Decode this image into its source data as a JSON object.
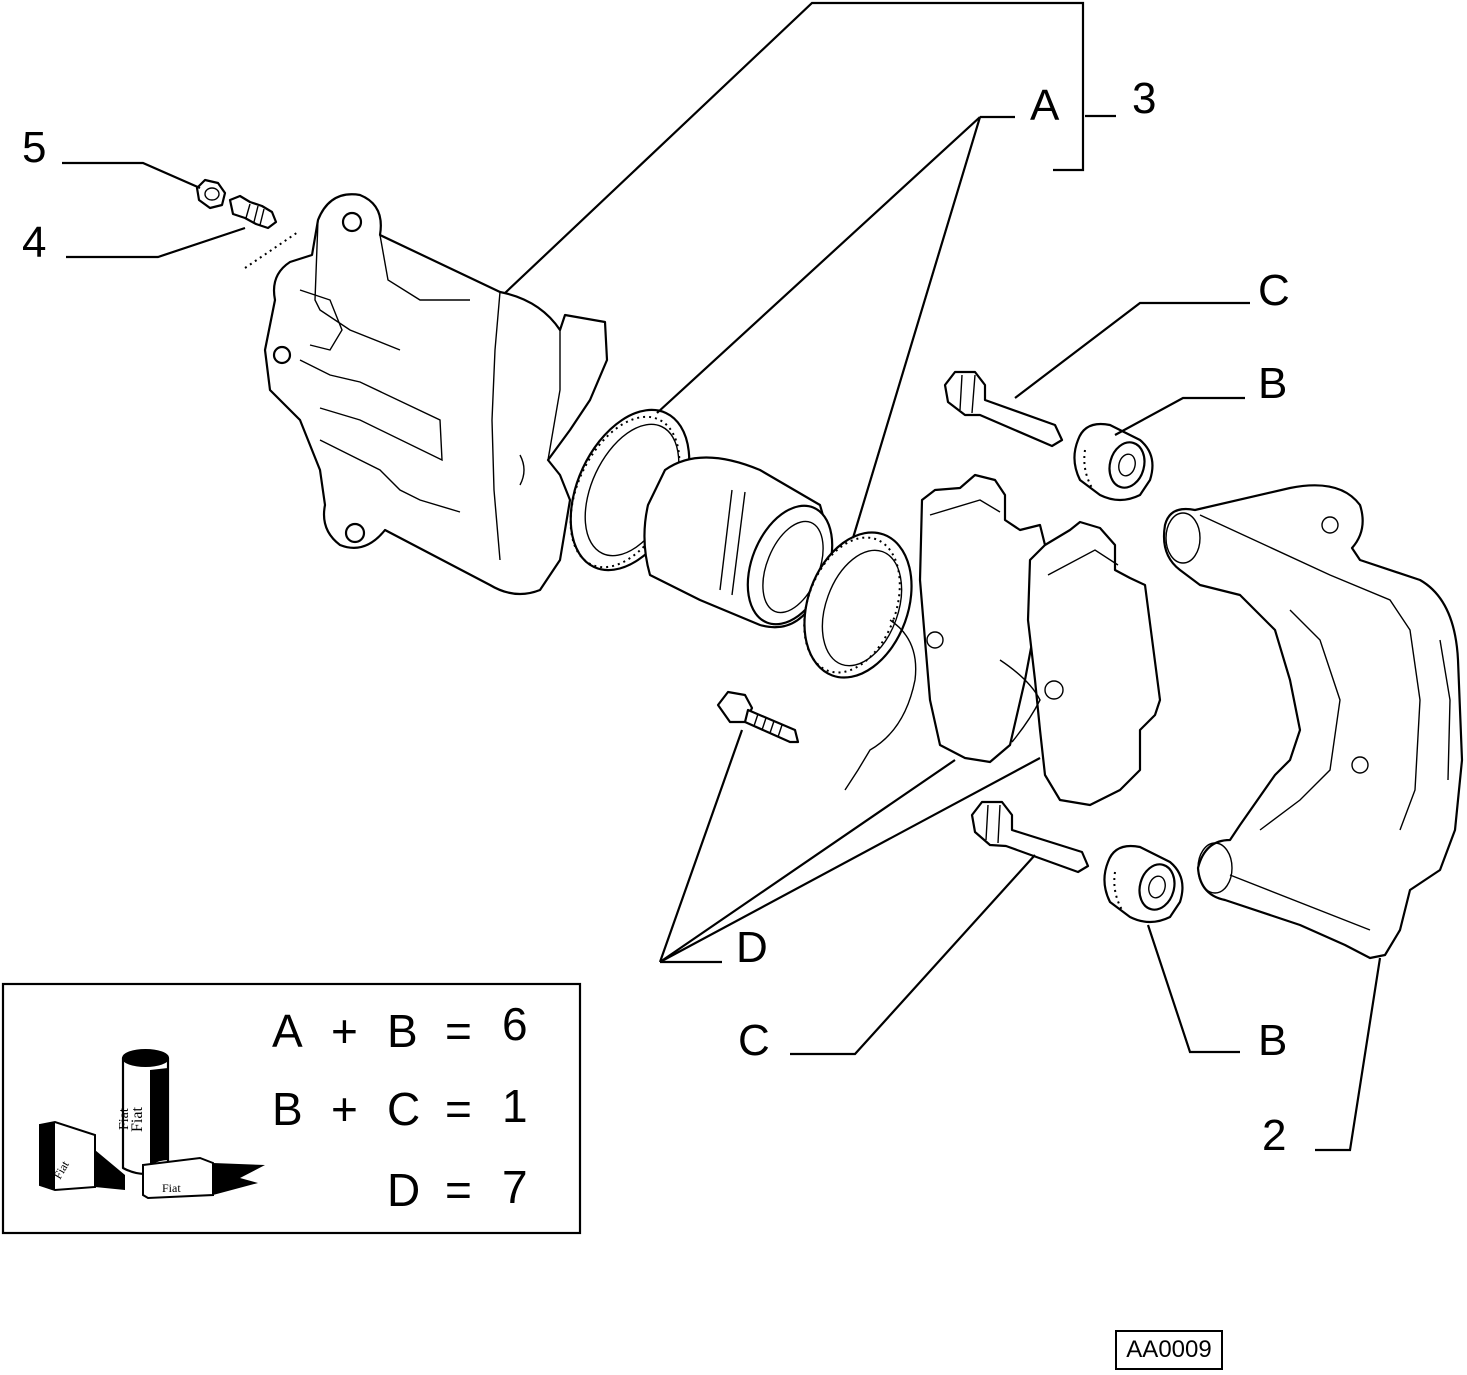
{
  "callouts": {
    "label_5": "5",
    "label_4": "4",
    "label_3": "3",
    "label_a": "A",
    "label_c_top": "C",
    "label_b_top": "B",
    "label_d": "D",
    "label_c_bottom": "C",
    "label_b_bottom": "B",
    "label_2": "2"
  },
  "legend": {
    "rows": [
      {
        "left": "A",
        "op": "+",
        "right": "B",
        "eq": "=",
        "result": "6"
      },
      {
        "left": "B",
        "op": "+",
        "right": "C",
        "eq": "=",
        "result": "1"
      },
      {
        "left": "",
        "op": "",
        "right": "D",
        "eq": "=",
        "result": "7"
      }
    ],
    "brand_labels": [
      "Fiat",
      "Fiat",
      "Fiat",
      "Fiat"
    ]
  },
  "reference_code": "AA0009",
  "colors": {
    "ink": "#000000",
    "paper": "#ffffff"
  }
}
